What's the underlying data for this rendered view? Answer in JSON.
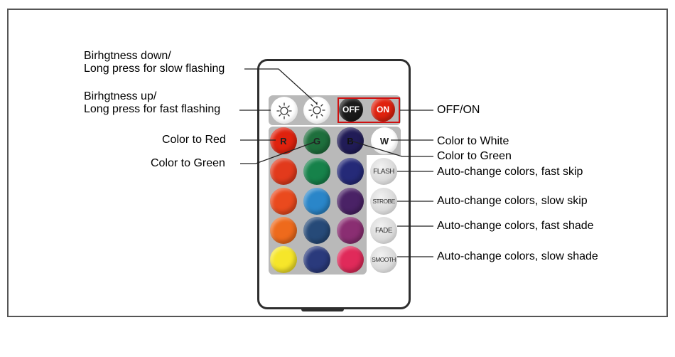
{
  "annotations": {
    "brightness_down": [
      "Birhgtness down/",
      "Long press for slow flashing"
    ],
    "brightness_up": [
      "Birhgtness up/",
      "Long press for fast flashing"
    ],
    "color_red": "Color to Red",
    "color_green_left": "Color to Green",
    "off_on": "OFF/ON",
    "color_white": "Color to White",
    "color_green_right": "Color to Green",
    "flash_desc": "Auto-change colors, fast skip",
    "strobe_desc": "Auto-change colors, slow skip",
    "fade_desc": "Auto-change colors, fast shade",
    "smooth_desc": "Auto-change colors, slow shade"
  },
  "buttons": {
    "off": "OFF",
    "on": "ON",
    "red": "R",
    "green": "G",
    "blue": "B",
    "white": "W",
    "flash": "FLASH",
    "strobe": "STROBE",
    "fade": "FADE",
    "smooth": "SMOOTH"
  },
  "colors": {
    "row1": [
      "#e0220e",
      "#1e6f3c",
      "#211c57"
    ],
    "row2": [
      "#e23a1c",
      "#16824a",
      "#252a78"
    ],
    "row3": [
      "#ea4a1e",
      "#2a86c9",
      "#4a2266"
    ],
    "row4": [
      "#ee6a1c",
      "#264a78",
      "#8a2e72"
    ],
    "row5": [
      "#f6e62a",
      "#2a3a7c",
      "#e02a5a"
    ]
  },
  "icons": [
    "brightness-down-icon",
    "brightness-up-icon"
  ]
}
